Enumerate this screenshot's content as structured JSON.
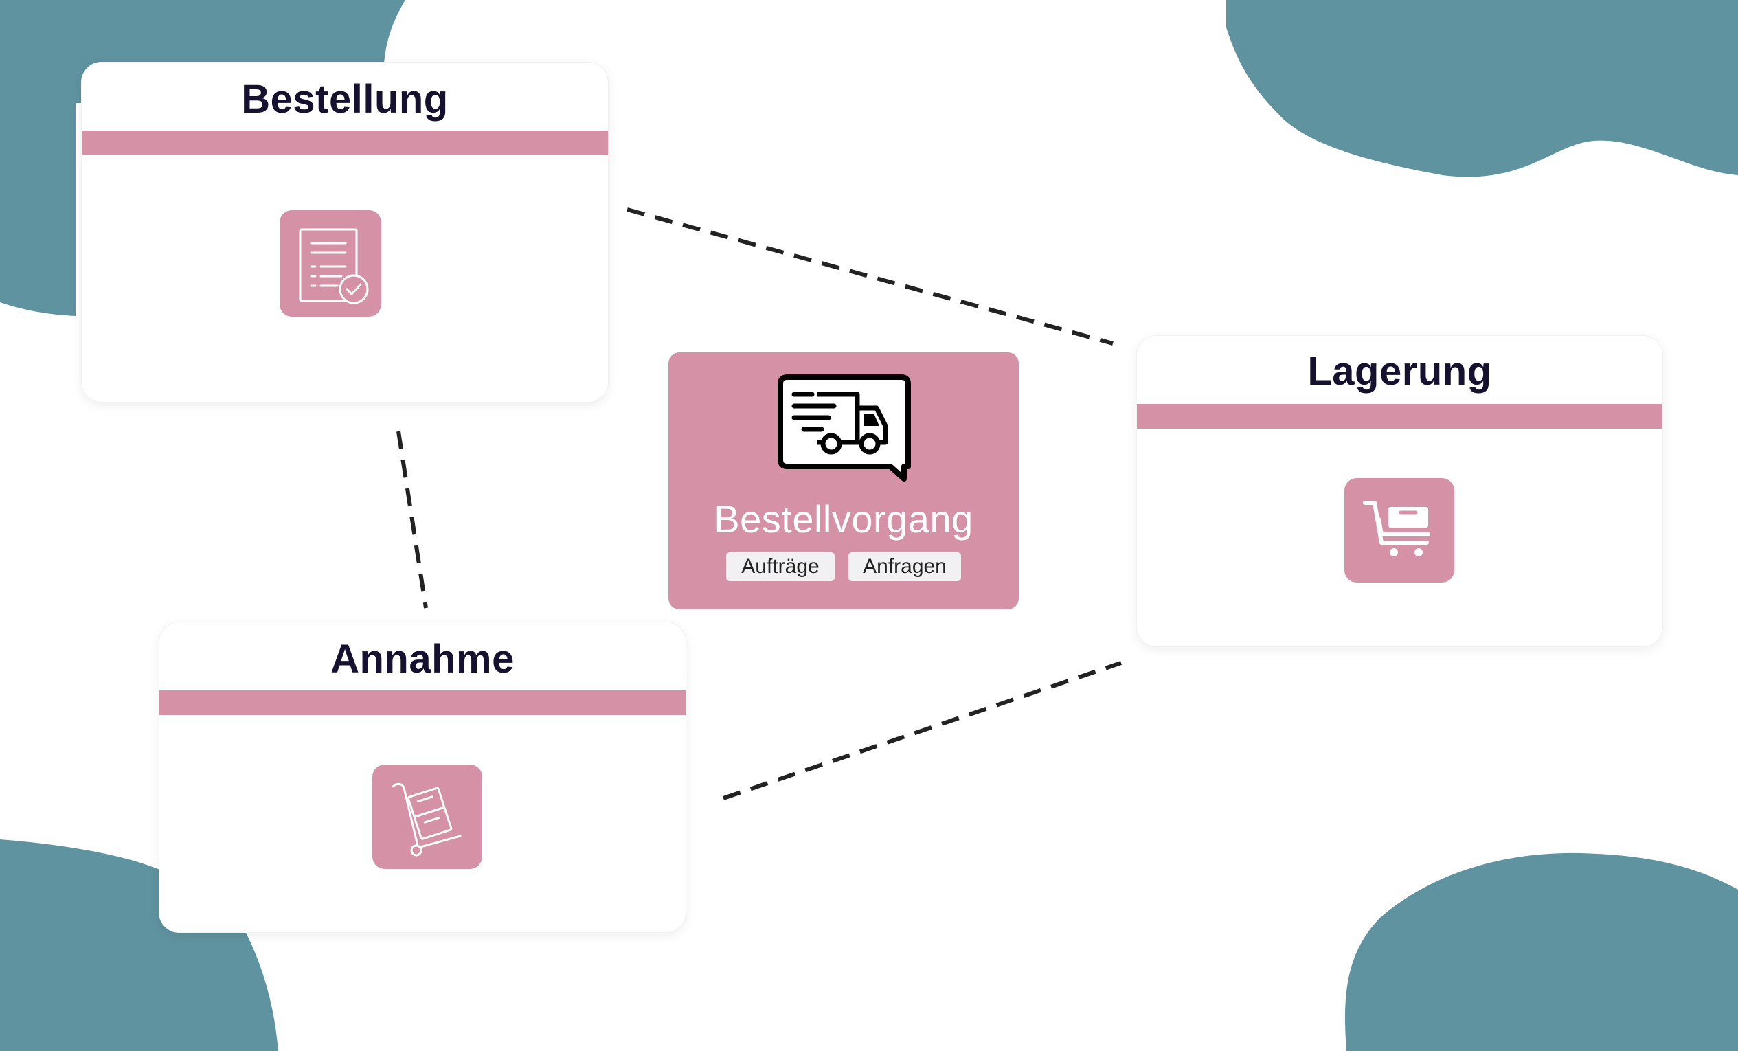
{
  "cards": {
    "bestellung": {
      "title": "Bestellung",
      "icon": "checked-document-icon"
    },
    "annahme": {
      "title": "Annahme",
      "icon": "hand-truck-icon"
    },
    "lagerung": {
      "title": "Lagerung",
      "icon": "shopping-cart-box-icon"
    }
  },
  "center": {
    "title": "Bestellvorgang",
    "icon": "delivery-truck-chat-icon",
    "tags": [
      "Aufträge",
      "Anfragen"
    ]
  },
  "colors": {
    "accent": "#d592a7",
    "blob": "#5f939f",
    "title_text": "#15112f",
    "connector": "#222222",
    "background": "#ffffff"
  }
}
